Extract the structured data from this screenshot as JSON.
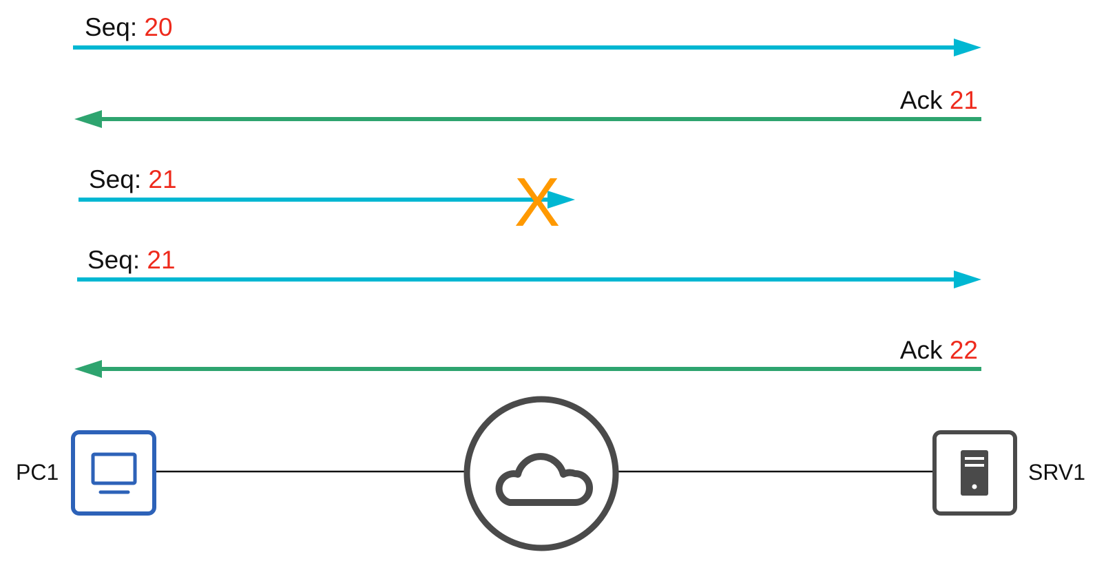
{
  "messages": [
    {
      "direction": "to-server",
      "prefix": "Seq: ",
      "value": "20",
      "lost": false
    },
    {
      "direction": "to-client",
      "prefix": "Ack ",
      "value": "21",
      "lost": false
    },
    {
      "direction": "to-server",
      "prefix": "Seq: ",
      "value": "21",
      "lost": true
    },
    {
      "direction": "to-server",
      "prefix": "Seq: ",
      "value": "21",
      "lost": false
    },
    {
      "direction": "to-client",
      "prefix": "Ack ",
      "value": "22",
      "lost": false
    }
  ],
  "lost_marker": "X",
  "devices": {
    "client": {
      "label": "PC1",
      "icon": "pc-icon"
    },
    "network": {
      "icon": "cloud-icon"
    },
    "server": {
      "label": "SRV1",
      "icon": "server-icon"
    }
  },
  "colors": {
    "to_server_arrow": "#00b7d2",
    "to_client_arrow": "#2ea46f",
    "value_text": "#ee2a1c",
    "lost_marker": "#ff9900",
    "client_icon": "#2d62b8",
    "device_gray": "#4a4a4a"
  }
}
